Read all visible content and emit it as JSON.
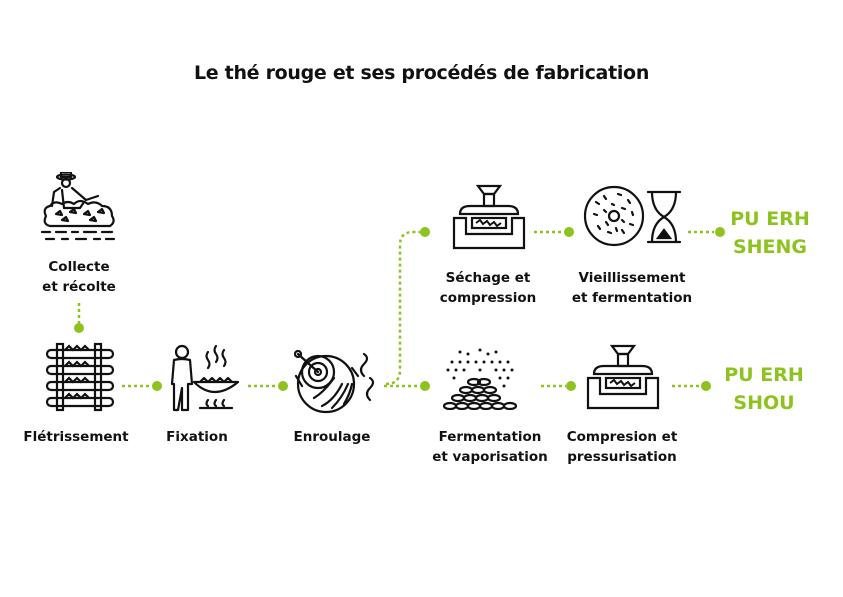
{
  "title": "Le thé rouge et ses procédés de fabrication",
  "colors": {
    "accent": "#8dc21f",
    "ink": "#111111",
    "background": "#ffffff"
  },
  "steps": [
    {
      "id": "collecte",
      "line1": "Collecte",
      "line2": "et récolte",
      "icon": "farmer-harvest-icon"
    },
    {
      "id": "fletrissement",
      "line1": "Flétrissement",
      "line2": "",
      "icon": "drying-rack-icon"
    },
    {
      "id": "fixation",
      "line1": "Fixation",
      "line2": "",
      "icon": "wok-cooking-icon"
    },
    {
      "id": "enroulage",
      "line1": "Enroulage",
      "line2": "",
      "icon": "rolling-machine-icon"
    },
    {
      "id": "sechage",
      "line1": "Séchage et",
      "line2": "compression",
      "icon": "press-icon"
    },
    {
      "id": "vieillissement",
      "line1": "Vieillissement",
      "line2": "et fermentation",
      "icon": "tea-cake-hourglass-icon"
    },
    {
      "id": "fermentation",
      "line1": "Fermentation",
      "line2": "et vaporisation",
      "icon": "steaming-leaves-icon"
    },
    {
      "id": "compresion",
      "line1": "Compresion et",
      "line2": "pressurisation",
      "icon": "press-icon"
    }
  ],
  "results": [
    {
      "id": "sheng",
      "line1": "PU ERH",
      "line2": "SHENG"
    },
    {
      "id": "shou",
      "line1": "PU ERH",
      "line2": "SHOU"
    }
  ]
}
